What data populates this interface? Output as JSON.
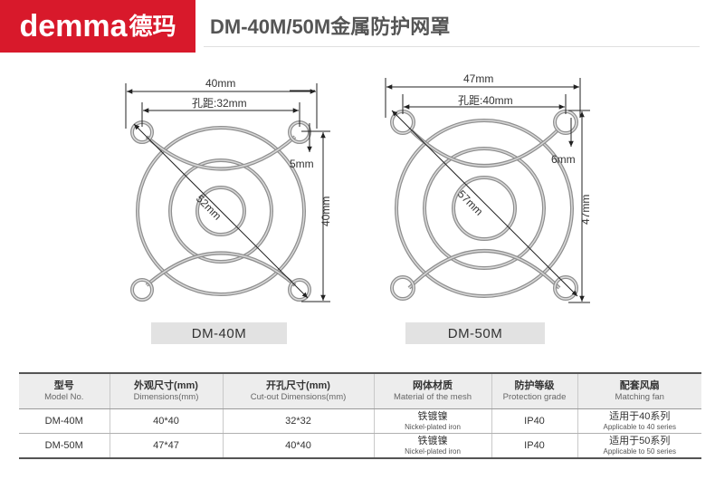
{
  "header": {
    "logo_en": "demma",
    "logo_cn": "德玛",
    "brand_color": "#d8192b",
    "title": "DM-40M/50M金属防护网罩"
  },
  "products": [
    {
      "model": "DM-40M",
      "width_label": "40mm",
      "pitch_label": "孔距:32mm",
      "height_label": "40mm",
      "hole_label": "5mm",
      "diagonal_label": "52mm"
    },
    {
      "model": "DM-50M",
      "width_label": "47mm",
      "pitch_label": "孔距:40mm",
      "height_label": "47mm",
      "hole_label": "6mm",
      "diagonal_label": "57mm"
    }
  ],
  "table": {
    "headers": [
      {
        "cn": "型号",
        "en": "Model No."
      },
      {
        "cn": "外观尺寸(mm)",
        "en": "Dimensions(mm)"
      },
      {
        "cn": "开孔尺寸(mm)",
        "en": "Cut-out Dimensions(mm)"
      },
      {
        "cn": "网体材质",
        "en": "Material of the mesh"
      },
      {
        "cn": "防护等级",
        "en": "Protection grade"
      },
      {
        "cn": "配套风扇",
        "en": "Matching fan"
      }
    ],
    "rows": [
      {
        "model": "DM-40M",
        "dimensions": "40*40",
        "cutout": "32*32",
        "material_cn": "铁镀镍",
        "material_en": "Nickel-plated iron",
        "grade": "IP40",
        "fan_cn": "适用于40系列",
        "fan_en": "Applicable to 40 series"
      },
      {
        "model": "DM-50M",
        "dimensions": "47*47",
        "cutout": "40*40",
        "material_cn": "铁镀镍",
        "material_en": "Nickel-plated iron",
        "grade": "IP40",
        "fan_cn": "适用于50系列",
        "fan_en": "Applicable to 50 series"
      }
    ]
  }
}
